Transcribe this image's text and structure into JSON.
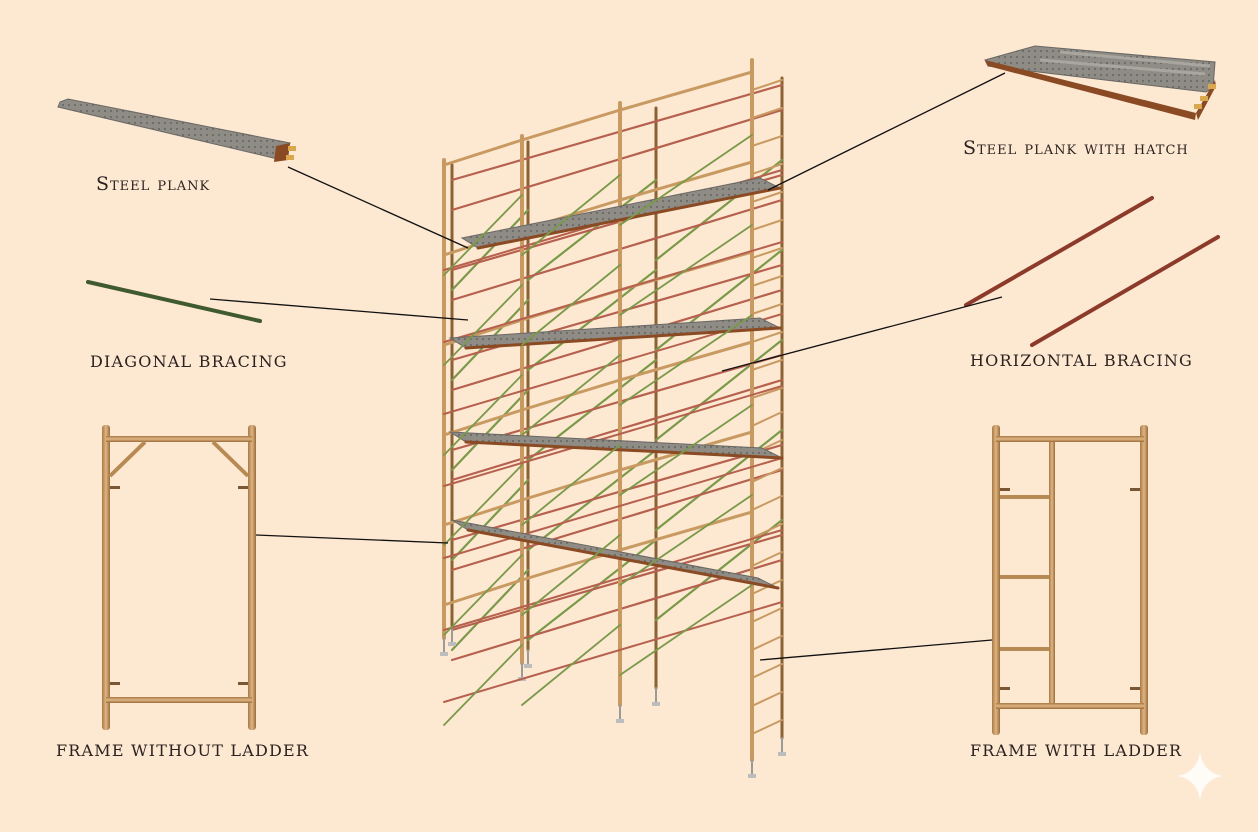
{
  "labels": {
    "steel_plank": "Steel plank",
    "steel_plank_hatch": "Steel plank with hatch",
    "diagonal_bracing": "diagonal bracing",
    "horizontal_bracing": "horizontal bracing",
    "frame_without_ladder": "frame without ladder",
    "frame_with_ladder": "frame with ladder"
  },
  "colors": {
    "background": "#fde8d2",
    "frame": "#c89a62",
    "frame_dark": "#8a6234",
    "brace_red": "#b6604e",
    "brace_green": "#7a9a4a",
    "plank": "#8d8b86",
    "plank_edge": "#8a4a24",
    "leader": "#111111"
  }
}
